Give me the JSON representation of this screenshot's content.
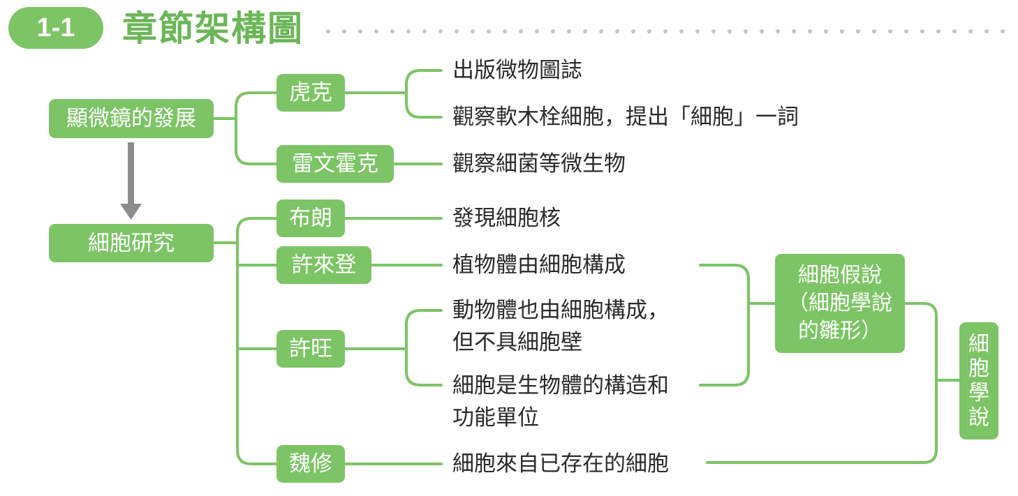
{
  "header": {
    "badge": "1-1",
    "title": "章節架構圖"
  },
  "colors": {
    "accent": "#7cc465",
    "arrow": "#8c8c8c",
    "text": "#2a2a2a"
  },
  "nodes": {
    "microscope": "顯微鏡的發展",
    "cell_research": "細胞研究",
    "hooke": "虎克",
    "leeuwenhoek": "雷文霍克",
    "brown": "布朗",
    "schleiden": "許來登",
    "schwann": "許旺",
    "virchow": "魏修",
    "hypothesis": [
      "細胞假說",
      "（細胞學說",
      "的雛形）"
    ],
    "cell_theory": [
      "細",
      "胞",
      "學",
      "說"
    ]
  },
  "findings": {
    "hooke_1": "出版微物圖誌",
    "hooke_2": "觀察軟木栓細胞，提出「細胞」一詞",
    "leeuwenhoek": "觀察細菌等微生物",
    "brown": "發現細胞核",
    "schleiden": "植物體由細胞構成",
    "schwann_1": [
      "動物體也由細胞構成，",
      "但不具細胞壁"
    ],
    "schwann_2": [
      "細胞是生物體的構造和",
      "功能單位"
    ],
    "virchow": "細胞來自已存在的細胞"
  }
}
